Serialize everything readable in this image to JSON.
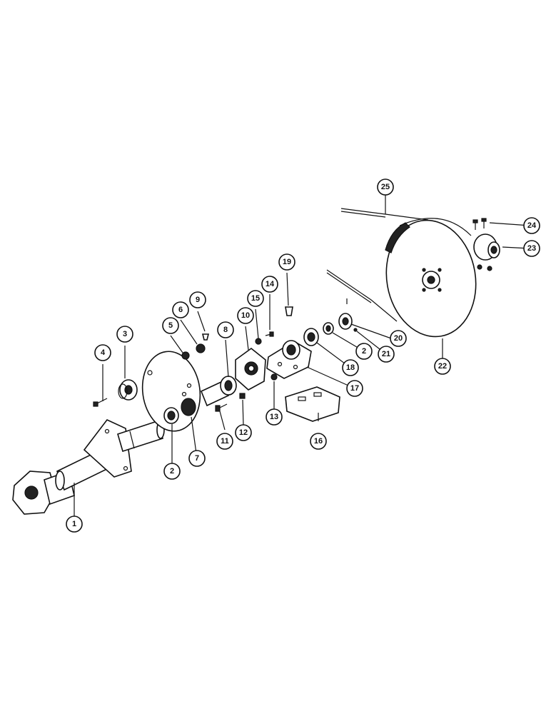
{
  "callouts": {
    "c1": "1",
    "c2a": "2",
    "c2b": "2",
    "c3": "3",
    "c4": "4",
    "c5": "5",
    "c6": "6",
    "c7": "7",
    "c8": "8",
    "c9": "9",
    "c10": "10",
    "c11": "11",
    "c12": "12",
    "c13": "13",
    "c14": "14",
    "c15": "15",
    "c16": "16",
    "c17": "17",
    "c18": "18",
    "c19": "19",
    "c20": "20",
    "c21": "21",
    "c22": "22",
    "c23": "23",
    "c24": "24",
    "c25": "25"
  }
}
